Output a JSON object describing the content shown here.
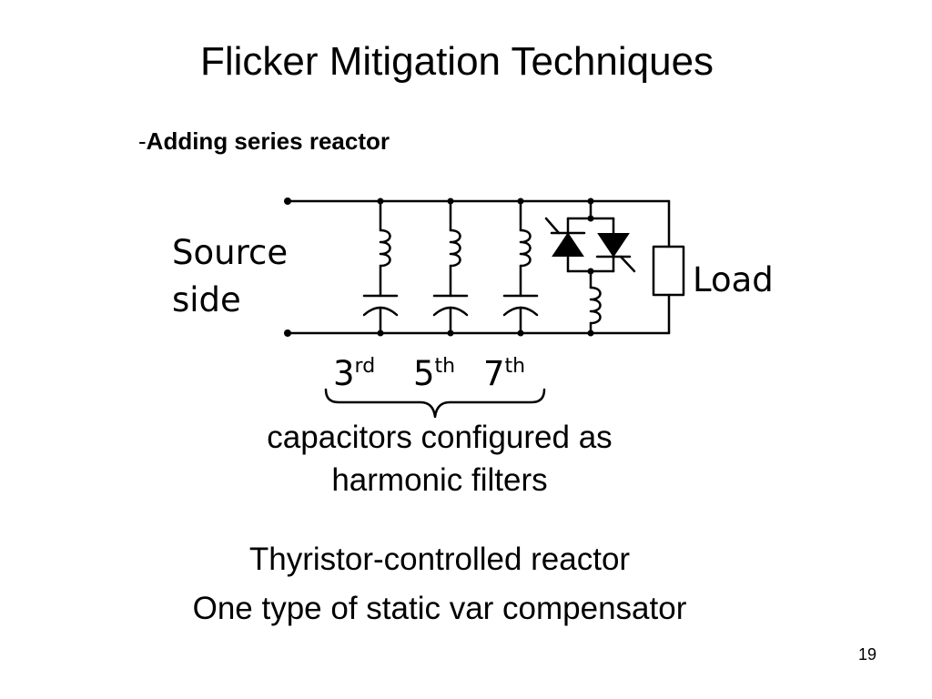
{
  "slide": {
    "title": "Flicker Mitigation Techniques",
    "subhead": {
      "dash": "-",
      "text": "Adding series reactor"
    },
    "diagram": {
      "source_label": "Source side",
      "load_label": "Load",
      "harmonics": [
        {
          "number": "3",
          "suffix": "rd"
        },
        {
          "number": "5",
          "suffix": "th"
        },
        {
          "number": "7",
          "suffix": "th"
        }
      ]
    },
    "caption_filters": "capacitors configured as harmonic filters",
    "caption_tcr_line1": "Thyristor-controlled reactor",
    "caption_tcr_line2": "One type of static var compensator",
    "page_number": "19"
  }
}
